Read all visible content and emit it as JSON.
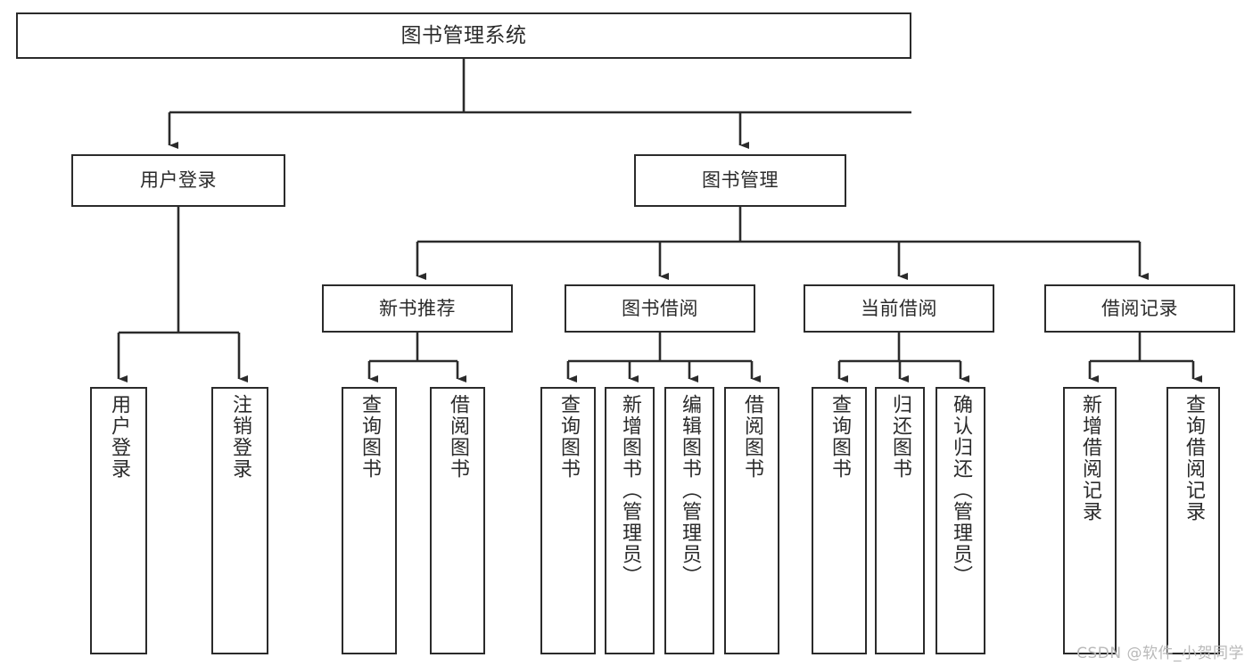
{
  "diagram": {
    "type": "tree-hierarchy",
    "title": "图书管理系统",
    "orientation": "top-down",
    "root": {
      "id": "root",
      "label": "图书管理系统"
    },
    "level1": [
      {
        "id": "user-login",
        "label": "用户登录"
      },
      {
        "id": "book-management",
        "label": "图书管理"
      }
    ],
    "level2": [
      {
        "id": "new-book-recommend",
        "label": "新书推荐",
        "parent": "book-management"
      },
      {
        "id": "book-borrow",
        "label": "图书借阅",
        "parent": "book-management"
      },
      {
        "id": "current-borrow",
        "label": "当前借阅",
        "parent": "book-management"
      },
      {
        "id": "borrow-record",
        "label": "借阅记录",
        "parent": "book-management"
      }
    ],
    "leaves": {
      "user_login": [
        {
          "id": "leaf-user-login",
          "label": "用户登录"
        },
        {
          "id": "leaf-logout-login",
          "label": "注销登录"
        }
      ],
      "new_book_recommend": [
        {
          "id": "leaf-query-book-1",
          "label": "查询图书"
        },
        {
          "id": "leaf-borrow-book-1",
          "label": "借阅图书"
        }
      ],
      "book_borrow": [
        {
          "id": "leaf-query-book-2",
          "label": "查询图书"
        },
        {
          "id": "leaf-add-book",
          "label": "新增图书（管理员）"
        },
        {
          "id": "leaf-edit-book",
          "label": "编辑图书（管理员）"
        },
        {
          "id": "leaf-borrow-book-2",
          "label": "借阅图书"
        }
      ],
      "current_borrow": [
        {
          "id": "leaf-query-book-3",
          "label": "查询图书"
        },
        {
          "id": "leaf-return-book",
          "label": "归还图书"
        },
        {
          "id": "leaf-confirm-return",
          "label": "确认归还（管理员）"
        }
      ],
      "borrow_record": [
        {
          "id": "leaf-add-record",
          "label": "新增借阅记录"
        },
        {
          "id": "leaf-query-record",
          "label": "查询借阅记录"
        }
      ]
    }
  },
  "watermark": {
    "text": "CSDN @软件_小贺同学"
  },
  "colors": {
    "stroke": "#2b2b2b",
    "fill": "#ffffff",
    "text": "#2b2b2b",
    "watermark": "#b9b9b9"
  }
}
